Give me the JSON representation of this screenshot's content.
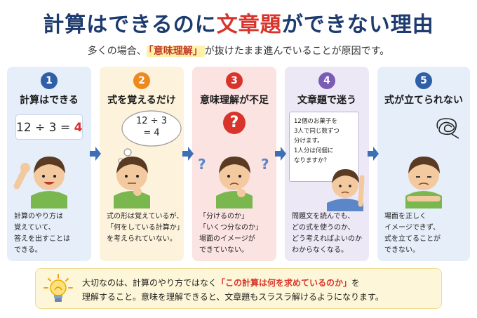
{
  "title": {
    "part1": "計算はできるのに",
    "part2": "文章題",
    "part3": "ができない理由"
  },
  "subtitle": {
    "before": "多くの場合、",
    "highlight": "「意味理解」",
    "after": "が抜けたまま進んでいることが原因です。"
  },
  "steps": [
    {
      "number": "1",
      "title": "計算はできる",
      "equation": {
        "left": "12 ÷ 3 =",
        "answer": "4"
      },
      "desc": [
        "計算のやり方は",
        "覚えていて、",
        "答えを出すことは",
        "できる。"
      ]
    },
    {
      "number": "2",
      "title": "式を覚えるだけ",
      "bubble": {
        "line1": "12 ÷ 3",
        "line2": "= 4"
      },
      "desc": [
        "式の形は覚えているが、",
        "「何をしている計算か」",
        "を考えられていない。"
      ]
    },
    {
      "number": "3",
      "title": "意味理解が不足",
      "question_mark": "?",
      "desc": [
        "「分けるのか」",
        "「いくつ分なのか」",
        "場面のイメージが",
        "できていない。"
      ]
    },
    {
      "number": "4",
      "title": "文章題で迷う",
      "book": [
        "12個のお菓子を",
        "3人で同じ数ずつ",
        "分けます。",
        "1人分は何個に",
        "なりますか？"
      ],
      "desc": [
        "問題文を読んでも、",
        "どの式を使うのか、",
        "どう考えればよいのか",
        "わからなくなる。"
      ]
    },
    {
      "number": "5",
      "title": "式が立てられない",
      "desc": [
        "場面を正しく",
        "イメージできず、",
        "式を立てることが",
        "できない。"
      ]
    }
  ],
  "bottom": {
    "line1_before": "大切なのは、計算のやり方ではなく",
    "line1_emph": "「この計算は何を求めているのか」",
    "line1_after": "を",
    "line2": "理解すること。意味を理解できると、文章題もスラスラ解けるようになります。"
  },
  "colors": {
    "navy": "#1d3b6e",
    "red": "#d9342b",
    "orange": "#ee8a1d",
    "purple": "#7c5bb5",
    "arrow": "#3e6fb5"
  }
}
